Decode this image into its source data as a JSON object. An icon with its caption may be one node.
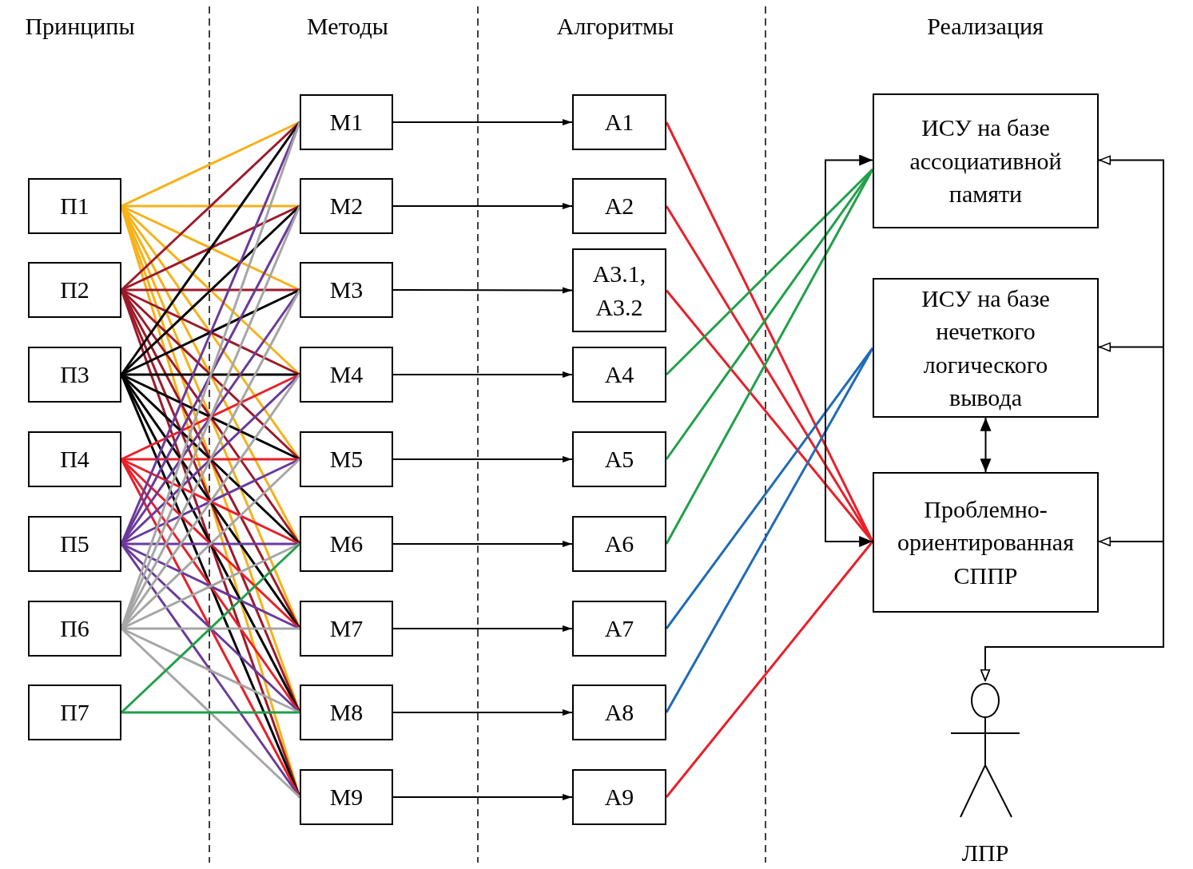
{
  "diagram": {
    "nodes": [
      {
        "text": [
          "П1"
        ]
      },
      {
        "text": [
          "П2"
        ]
      },
      {
        "text": [
          "П3"
        ]
      },
      {
        "text": [
          "П4"
        ]
      },
      {
        "text": [
          "П5"
        ]
      },
      {
        "text": [
          "П6"
        ]
      },
      {
        "text": [
          "П7"
        ]
      },
      {
        "text": [
          "М1"
        ]
      },
      {
        "text": [
          "М2"
        ]
      },
      {
        "text": [
          "М3"
        ]
      },
      {
        "text": [
          "М4"
        ]
      },
      {
        "text": [
          "М5"
        ]
      },
      {
        "text": [
          "М6"
        ]
      },
      {
        "text": [
          "М7"
        ]
      },
      {
        "text": [
          "М8"
        ]
      },
      {
        "text": [
          "М9"
        ]
      },
      {
        "text": [
          "А1"
        ]
      },
      {
        "text": [
          "А2"
        ]
      },
      {
        "text": [
          "А3.1, А3.2"
        ]
      },
      {
        "text": [
          "А4"
        ]
      },
      {
        "text": [
          "А5"
        ]
      },
      {
        "text": [
          "А6"
        ]
      },
      {
        "text": [
          "А7"
        ]
      },
      {
        "text": [
          "А8"
        ]
      },
      {
        "text": [
          "А9"
        ]
      },
      {
        "text": [
          "ИСУ на базе ассоциативной памяти"
        ]
      },
      {
        "text": [
          "ИСУ на базе нечеткого логического вывода"
        ]
      },
      {
        "text": [
          "Проблемно-ориентированная СППР"
        ]
      },
      {
        "text": [
          "ЛПР"
        ]
      }
    ],
    "edges": [
      {
        "from": 0,
        "to": 7,
        "arrow": "none",
        "color": "#f5b21a"
      },
      {
        "from": 0,
        "to": 8,
        "arrow": "none",
        "color": "#f5b21a"
      },
      {
        "from": 0,
        "to": 9,
        "arrow": "none",
        "color": "#f5b21a"
      },
      {
        "from": 0,
        "to": 10,
        "arrow": "none",
        "color": "#f5b21a"
      },
      {
        "from": 0,
        "to": 11,
        "arrow": "none",
        "color": "#f5b21a"
      },
      {
        "from": 0,
        "to": 12,
        "arrow": "none",
        "color": "#f5b21a"
      },
      {
        "from": 0,
        "to": 13,
        "arrow": "none",
        "color": "#f5b21a"
      },
      {
        "from": 0,
        "to": 14,
        "arrow": "none",
        "color": "#f5b21a"
      },
      {
        "from": 0,
        "to": 15,
        "arrow": "none",
        "color": "#f5b21a"
      },
      {
        "from": 1,
        "to": 7,
        "arrow": "none",
        "color": "#9b1b2a"
      },
      {
        "from": 1,
        "to": 8,
        "arrow": "none",
        "color": "#9b1b2a"
      },
      {
        "from": 1,
        "to": 9,
        "arrow": "none",
        "color": "#9b1b2a"
      },
      {
        "from": 1,
        "to": 10,
        "arrow": "none",
        "color": "#9b1b2a"
      },
      {
        "from": 1,
        "to": 11,
        "arrow": "none",
        "color": "#9b1b2a"
      },
      {
        "from": 1,
        "to": 12,
        "arrow": "none",
        "color": "#9b1b2a"
      },
      {
        "from": 1,
        "to": 13,
        "arrow": "none",
        "color": "#9b1b2a"
      },
      {
        "from": 1,
        "to": 14,
        "arrow": "none",
        "color": "#9b1b2a"
      },
      {
        "from": 1,
        "to": 15,
        "arrow": "none",
        "color": "#9b1b2a"
      },
      {
        "from": 2,
        "to": 7,
        "arrow": "none"
      },
      {
        "from": 2,
        "to": 8,
        "arrow": "none"
      },
      {
        "from": 2,
        "to": 9,
        "arrow": "none"
      },
      {
        "from": 2,
        "to": 10,
        "arrow": "none"
      },
      {
        "from": 2,
        "to": 11,
        "arrow": "none"
      },
      {
        "from": 2,
        "to": 12,
        "arrow": "none"
      },
      {
        "from": 2,
        "to": 13,
        "arrow": "none"
      },
      {
        "from": 2,
        "to": 14,
        "arrow": "none"
      },
      {
        "from": 2,
        "to": 15,
        "arrow": "none"
      },
      {
        "from": 3,
        "to": 10,
        "arrow": "none",
        "color": "#e8202a"
      },
      {
        "from": 3,
        "to": 11,
        "arrow": "none",
        "color": "#e8202a"
      },
      {
        "from": 3,
        "to": 12,
        "arrow": "none",
        "color": "#e8202a"
      },
      {
        "from": 3,
        "to": 13,
        "arrow": "none",
        "color": "#e8202a"
      },
      {
        "from": 3,
        "to": 14,
        "arrow": "none",
        "color": "#e8202a"
      },
      {
        "from": 3,
        "to": 15,
        "arrow": "none",
        "color": "#e8202a"
      },
      {
        "from": 4,
        "to": 7,
        "arrow": "none",
        "color": "#6a3a9a"
      },
      {
        "from": 4,
        "to": 8,
        "arrow": "none",
        "color": "#6a3a9a"
      },
      {
        "from": 4,
        "to": 9,
        "arrow": "none",
        "color": "#6a3a9a"
      },
      {
        "from": 4,
        "to": 10,
        "arrow": "none",
        "color": "#6a3a9a"
      },
      {
        "from": 4,
        "to": 11,
        "arrow": "none",
        "color": "#6a3a9a"
      },
      {
        "from": 4,
        "to": 12,
        "arrow": "none",
        "color": "#6a3a9a"
      },
      {
        "from": 4,
        "to": 13,
        "arrow": "none",
        "color": "#6a3a9a"
      },
      {
        "from": 4,
        "to": 14,
        "arrow": "none",
        "color": "#6a3a9a"
      },
      {
        "from": 4,
        "to": 15,
        "arrow": "none",
        "color": "#6a3a9a"
      },
      {
        "from": 5,
        "to": 7,
        "arrow": "none",
        "color": "#a6a6a6"
      },
      {
        "from": 5,
        "to": 8,
        "arrow": "none",
        "color": "#a6a6a6"
      },
      {
        "from": 5,
        "to": 9,
        "arrow": "none",
        "color": "#a6a6a6"
      },
      {
        "from": 5,
        "to": 10,
        "arrow": "none",
        "color": "#a6a6a6"
      },
      {
        "from": 5,
        "to": 11,
        "arrow": "none",
        "color": "#a6a6a6"
      },
      {
        "from": 5,
        "to": 12,
        "arrow": "none",
        "color": "#a6a6a6"
      },
      {
        "from": 5,
        "to": 13,
        "arrow": "none",
        "color": "#a6a6a6"
      },
      {
        "from": 5,
        "to": 14,
        "arrow": "none",
        "color": "#a6a6a6"
      },
      {
        "from": 5,
        "to": 15,
        "arrow": "none",
        "color": "#a6a6a6"
      },
      {
        "from": 6,
        "to": 12,
        "arrow": "none",
        "color": "#21a04a"
      },
      {
        "from": 6,
        "to": 14,
        "arrow": "none",
        "color": "#21a04a"
      },
      {
        "from": 7,
        "to": 16,
        "arrow": "to"
      },
      {
        "from": 8,
        "to": 17,
        "arrow": "to"
      },
      {
        "from": 9,
        "to": 18,
        "arrow": "to"
      },
      {
        "from": 10,
        "to": 19,
        "arrow": "to"
      },
      {
        "from": 11,
        "to": 20,
        "arrow": "to"
      },
      {
        "from": 12,
        "to": 21,
        "arrow": "to"
      },
      {
        "from": 13,
        "to": 22,
        "arrow": "to"
      },
      {
        "from": 14,
        "to": 23,
        "arrow": "to"
      },
      {
        "from": 15,
        "to": 24,
        "arrow": "to"
      },
      {
        "from": 16,
        "to": 27,
        "arrow": "none",
        "color": "#e8202a"
      },
      {
        "from": 17,
        "to": 27,
        "arrow": "none",
        "color": "#e8202a"
      },
      {
        "from": 18,
        "to": 27,
        "arrow": "none",
        "color": "#e8202a"
      },
      {
        "from": 19,
        "to": 25,
        "arrow": "none",
        "color": "#21a04a"
      },
      {
        "from": 20,
        "to": 25,
        "arrow": "none",
        "color": "#21a04a"
      },
      {
        "from": 21,
        "to": 25,
        "arrow": "none",
        "color": "#21a04a"
      },
      {
        "from": 22,
        "to": 26,
        "arrow": "none",
        "color": "#1f6bb5"
      },
      {
        "from": 23,
        "to": 26,
        "arrow": "none",
        "color": "#1f6bb5"
      },
      {
        "from": 24,
        "to": 27,
        "arrow": "none",
        "color": "#e8202a"
      },
      {
        "from": 25,
        "to": 27,
        "arrow": "both"
      },
      {
        "from": 26,
        "to": 27,
        "arrow": "both"
      },
      {
        "from": 28,
        "to": 25,
        "arrow": "both"
      },
      {
        "from": 28,
        "to": 26,
        "arrow": "both"
      },
      {
        "from": 28,
        "to": 27,
        "arrow": "both"
      }
    ],
    "labels": [
      "Принципы",
      "Методы",
      "Алгоритмы",
      "Реализация"
    ]
  }
}
